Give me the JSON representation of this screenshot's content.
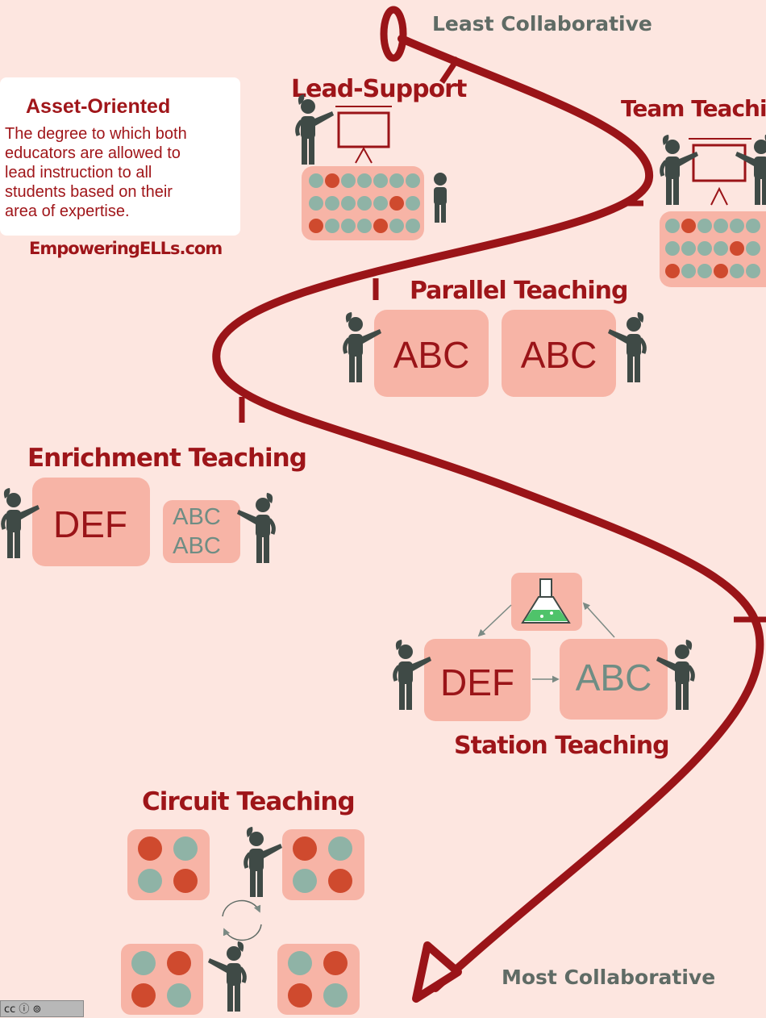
{
  "header": {
    "least": "Least Collaborative",
    "most": "Most Collaborative"
  },
  "asset": {
    "title": "Asset-Oriented",
    "lines": [
      "The degree to which both",
      "educators are allowed to",
      "lead instruction to all",
      "students based on their",
      "area of expertise."
    ],
    "site": "EmpoweringELLs.com"
  },
  "models": {
    "lead_support": "Lead-Support",
    "team_teaching": "Team Teachin",
    "parallel": {
      "title": "Parallel Teaching",
      "box1": "ABC",
      "box2": "ABC"
    },
    "enrichment": {
      "title": "Enrichment Teaching",
      "box1": "DEF",
      "box2_line1": "ABC",
      "box2_line2": "ABC"
    },
    "station": {
      "title": "Station Teaching",
      "box1": "DEF",
      "box2": "ABC"
    },
    "circuit": {
      "title": "Circuit Teaching"
    }
  },
  "license": {
    "label": "cc ⓘ ⊚"
  },
  "colors": {
    "background": "#fde6e0",
    "path": "#9a1418",
    "title": "#9e1519",
    "box": "#f7b4a6",
    "teacher": "#3f4a46",
    "dot_red": "#cf4a2e",
    "dot_teal": "#8fb3a6",
    "header_gray": "#5f6b65"
  }
}
